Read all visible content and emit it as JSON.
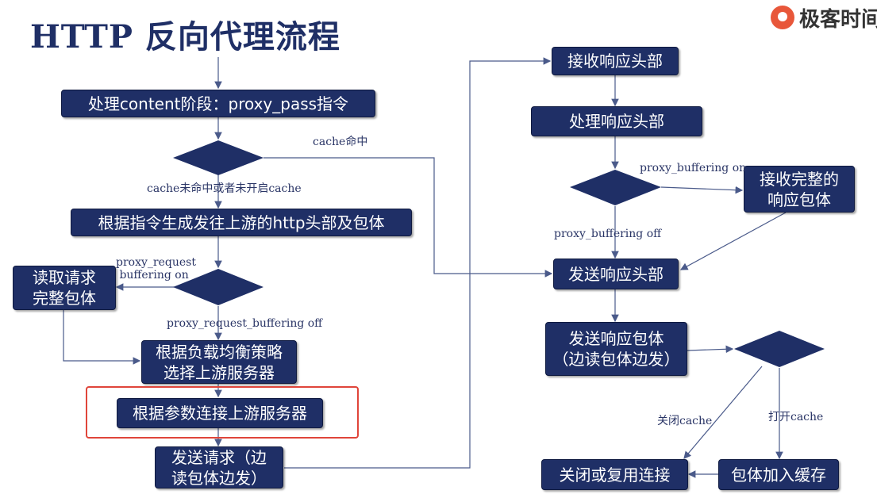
{
  "title": "HTTP 反向代理流程",
  "brand": {
    "name": "极客时间",
    "logo_icon": "geektime-logo-icon"
  },
  "nodes": {
    "content_phase": "处理content阶段：proxy_pass指令",
    "gen_request": "根据指令生成发往上游的http头部及包体",
    "read_body": "读取请求\n完整包体",
    "load_balance": "根据负载均衡策略\n选择上游服务器",
    "connect_upstream": "根据参数连接上游服务器",
    "send_request": "发送请求（边\n读包体边发）",
    "recv_headers": "接收响应头部",
    "proc_headers": "处理响应头部",
    "recv_full_body": "接收完整的\n响应包体",
    "send_headers": "发送响应头部",
    "send_body": "发送响应包体\n（边读包体边发）",
    "close_reuse": "关闭或复用连接",
    "cache_body": "包体加入缓存"
  },
  "labels": {
    "cache_hit": "cache命中",
    "cache_miss": "cache未命中或者未开启cache",
    "req_buf_on": "proxy_request\n buffering on",
    "req_buf_off": "proxy_request_buffering off",
    "buf_on": "proxy_buffering on",
    "buf_off": "proxy_buffering off",
    "close_cache": "关闭cache",
    "open_cache": "打开cache"
  },
  "colors": {
    "node": "#1f2f66",
    "line": "#4a5a8a",
    "highlight": "#e0453a"
  }
}
